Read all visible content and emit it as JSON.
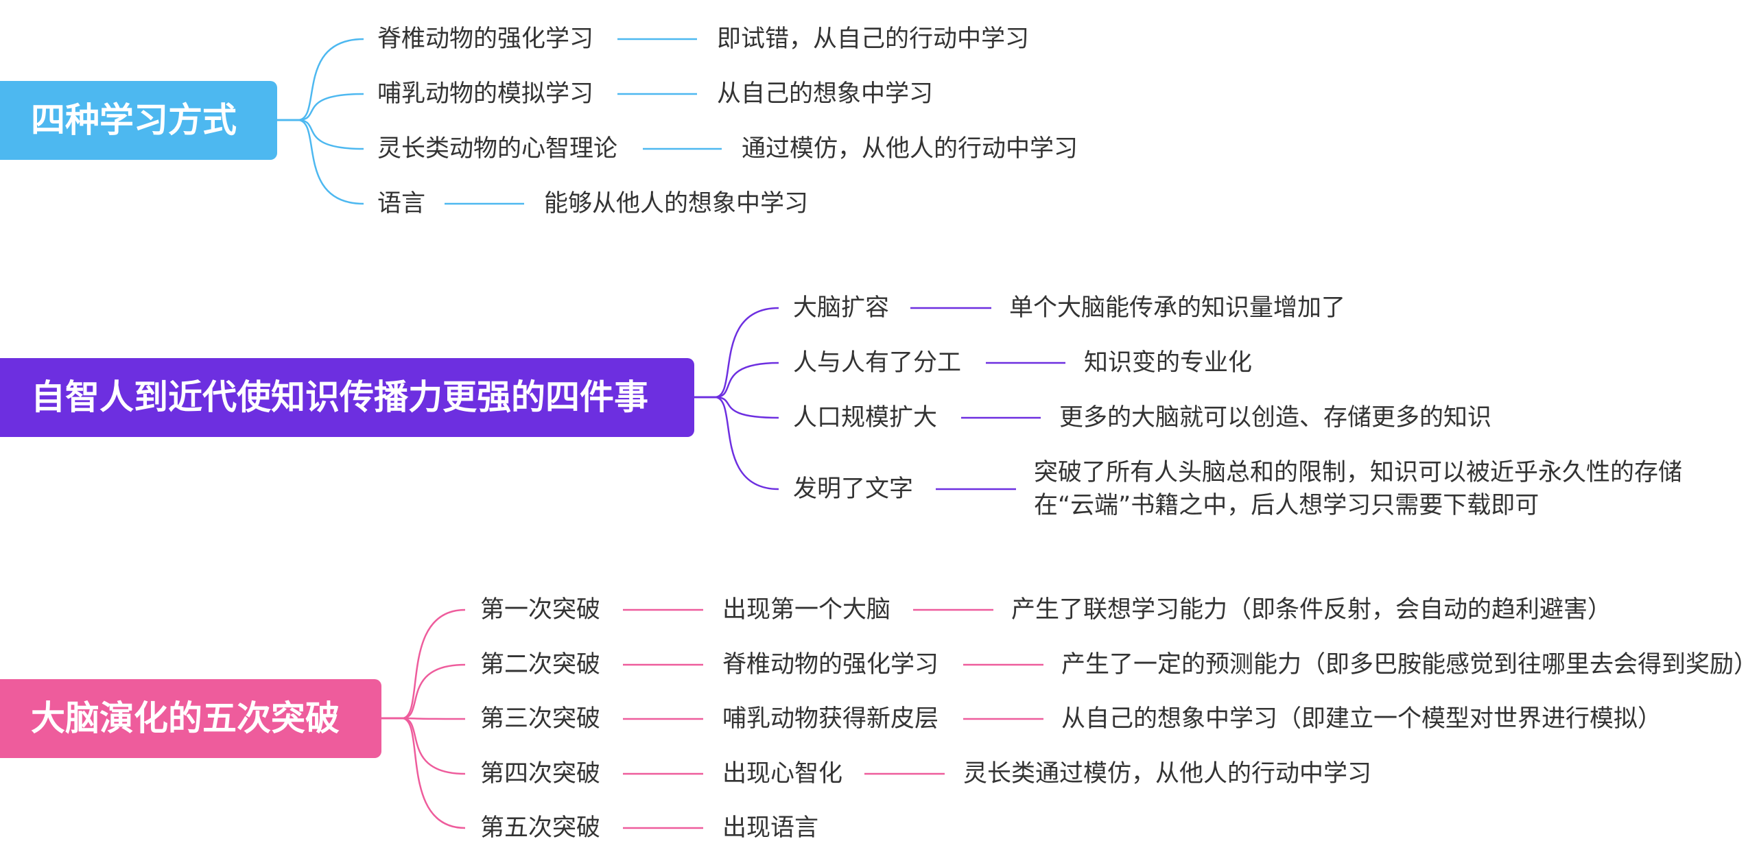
{
  "colors": {
    "map1": "#4db8f0",
    "map2": "#6d2fe0",
    "map3": "#ee5c9c",
    "text": "#333333"
  },
  "map1": {
    "root": "四种学习方式",
    "branches": [
      {
        "label": "脊椎动物的强化学习",
        "child": "即试错，从自己的行动中学习"
      },
      {
        "label": "哺乳动物的模拟学习",
        "child": "从自己的想象中学习"
      },
      {
        "label": "灵长类动物的心智理论",
        "child": "通过模仿，从他人的行动中学习"
      },
      {
        "label": "语言",
        "child": "能够从他人的想象中学习"
      }
    ]
  },
  "map2": {
    "root": "自智人到近代使知识传播力更强的四件事",
    "branches": [
      {
        "label": "大脑扩容",
        "child": "单个大脑能传承的知识量增加了"
      },
      {
        "label": "人与人有了分工",
        "child": "知识变的专业化"
      },
      {
        "label": "人口规模扩大",
        "child": "更多的大脑就可以创造、存储更多的知识"
      },
      {
        "label": "发明了文字",
        "child_line1": "突破了所有人头脑总和的限制，知识可以被近乎永久性的存储",
        "child_line2": "在“云端”书籍之中，后人想学习只需要下载即可"
      }
    ]
  },
  "map3": {
    "root": "大脑演化的五次突破",
    "branches": [
      {
        "label": "第一次突破",
        "child": "出现第一个大脑",
        "grandchild": "产生了联想学习能力（即条件反射，会自动的趋利避害）"
      },
      {
        "label": "第二次突破",
        "child": "脊椎动物的强化学习",
        "grandchild": "产生了一定的预测能力（即多巴胺能感觉到往哪里去会得到奖励）"
      },
      {
        "label": "第三次突破",
        "child": "哺乳动物获得新皮层",
        "grandchild": "从自己的想象中学习（即建立一个模型对世界进行模拟）"
      },
      {
        "label": "第四次突破",
        "child": "出现心智化",
        "grandchild": "灵长类通过模仿，从他人的行动中学习"
      },
      {
        "label": "第五次突破",
        "child": "出现语言"
      }
    ]
  }
}
